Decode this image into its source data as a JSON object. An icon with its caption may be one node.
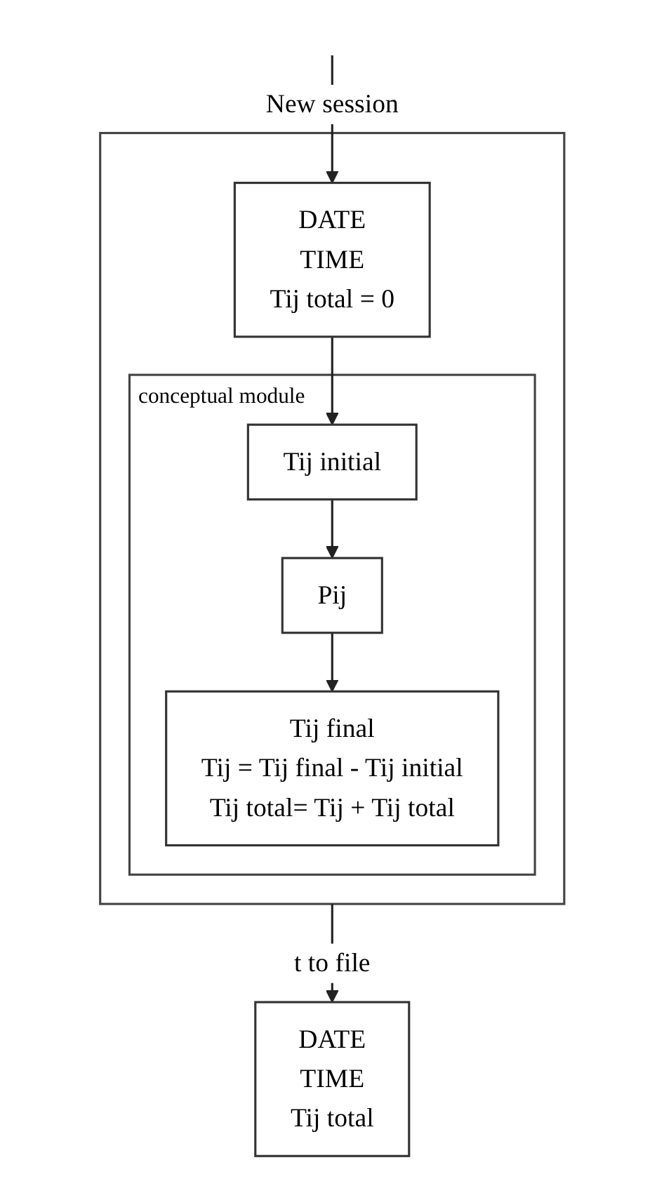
{
  "diagram": {
    "nodes": [
      {
        "text": [],
        "shape": "box"
      },
      {
        "text": [
          "DATE",
          "TIME",
          "Tij total = 0"
        ],
        "in": 0
      },
      {
        "text": [
          "conceptual module"
        ],
        "in": 0
      },
      {
        "text": [
          "Tij initial"
        ],
        "in": 2
      },
      {
        "text": [
          "Pij"
        ],
        "in": 2
      },
      {
        "text": [
          "Tij final",
          "Tij = Tij final - Tij initial",
          "Tij total= Tij + Tij total"
        ],
        "in": 2
      },
      {
        "text": [
          "DATE",
          "TIME",
          "Tij total"
        ]
      }
    ],
    "edges": [
      {
        "from": null,
        "to": 1,
        "label": "New session",
        "arrow": "to"
      },
      {
        "from": 1,
        "to": 3,
        "arrow": "to"
      },
      {
        "from": 3,
        "to": 4,
        "arrow": "to"
      },
      {
        "from": 4,
        "to": 5,
        "arrow": "to"
      },
      {
        "from": 0,
        "to": 6,
        "label": "t to file",
        "arrow": "to"
      }
    ]
  }
}
